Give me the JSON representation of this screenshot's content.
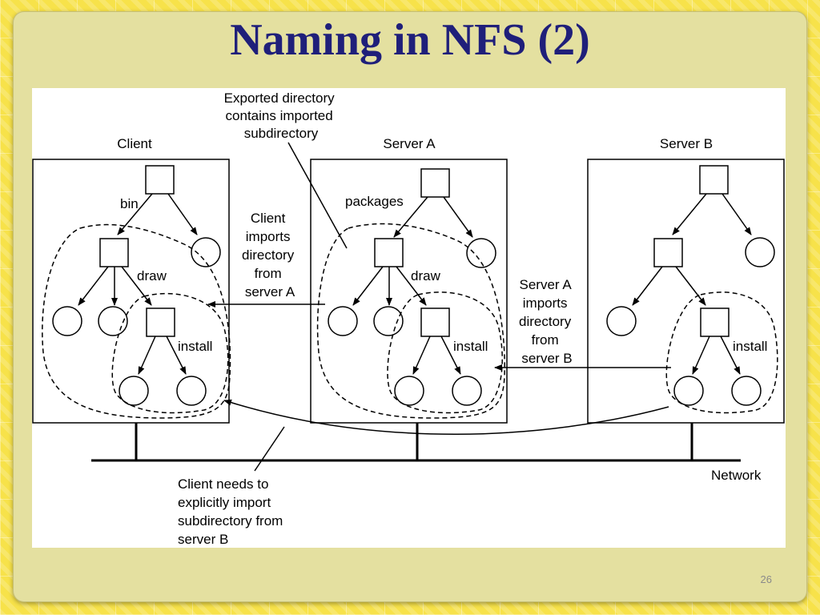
{
  "slide": {
    "title": "Naming in NFS (2)",
    "page_number": "26"
  },
  "diagram": {
    "machines": {
      "client": "Client",
      "server_a": "Server A",
      "server_b": "Server B"
    },
    "edge_labels": {
      "client_bin": "bin",
      "client_draw": "draw",
      "client_install": "install",
      "a_packages": "packages",
      "a_draw": "draw",
      "a_install": "install",
      "b_install": "install"
    },
    "annotations": {
      "exported": [
        "Exported directory",
        "contains imported",
        "subdirectory"
      ],
      "client_imports": [
        "Client",
        "imports",
        "directory",
        "from",
        "server A"
      ],
      "server_a_imports": [
        "Server A",
        "imports",
        "directory",
        "from",
        "server B"
      ],
      "client_needs": [
        "Client needs to",
        "explicitly import",
        "subdirectory from",
        "server B"
      ]
    },
    "network_label": "Network"
  }
}
